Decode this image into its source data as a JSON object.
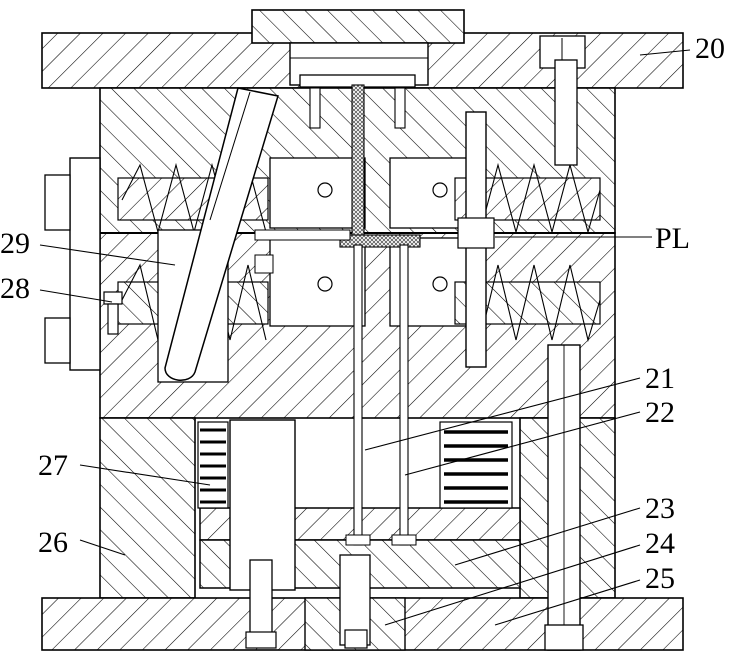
{
  "diagram": {
    "labels": {
      "l20": "20",
      "lPL": "PL",
      "l21": "21",
      "l22": "22",
      "l23": "23",
      "l24": "24",
      "l25": "25",
      "l26": "26",
      "l27": "27",
      "l28": "28",
      "l29": "29"
    },
    "colors": {
      "line": "#000000",
      "background": "#ffffff",
      "fine_hatch": "#555555"
    }
  }
}
